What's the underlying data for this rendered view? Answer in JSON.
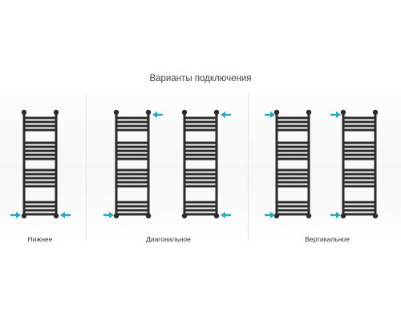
{
  "title": "Варианты подключения",
  "captions": {
    "bottom": "Нижнее",
    "diagonal": "Диагональное",
    "vertical": "Вертикальное"
  },
  "colors": {
    "radiator": "#2b2b2b",
    "arrow": "#2aa6bd",
    "divider": "#e6e6e6",
    "title_text": "#444444"
  },
  "icons": {
    "radiator": "towel-radiator-icon",
    "arrow": "arrow-icon"
  }
}
